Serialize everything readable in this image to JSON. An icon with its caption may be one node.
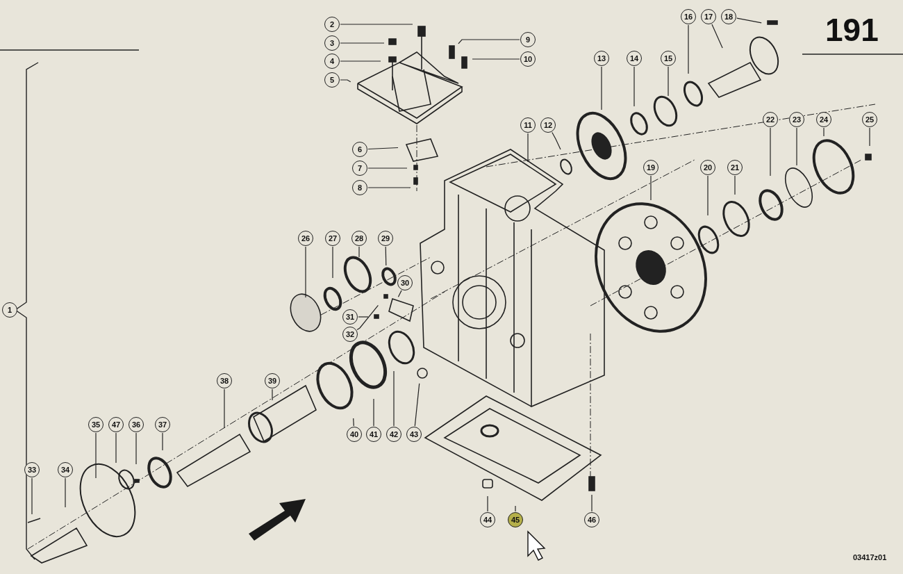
{
  "diagram": {
    "nodes": [
      {
        "text": [
          "1"
        ]
      },
      {
        "text": [
          "2"
        ]
      },
      {
        "text": [
          "3"
        ]
      },
      {
        "text": [
          "4"
        ]
      },
      {
        "text": [
          "5"
        ]
      },
      {
        "text": [
          "6"
        ]
      },
      {
        "text": [
          "7"
        ]
      },
      {
        "text": [
          "8"
        ]
      },
      {
        "text": [
          "9"
        ]
      },
      {
        "text": [
          "10"
        ]
      },
      {
        "text": [
          "11"
        ]
      },
      {
        "text": [
          "12"
        ]
      },
      {
        "text": [
          "13"
        ]
      },
      {
        "text": [
          "14"
        ]
      },
      {
        "text": [
          "15"
        ]
      },
      {
        "text": [
          "16"
        ]
      },
      {
        "text": [
          "17"
        ]
      },
      {
        "text": [
          "18"
        ]
      },
      {
        "text": [
          "19"
        ]
      },
      {
        "text": [
          "20"
        ]
      },
      {
        "text": [
          "21"
        ]
      },
      {
        "text": [
          "22"
        ]
      },
      {
        "text": [
          "23"
        ]
      },
      {
        "text": [
          "24"
        ]
      },
      {
        "text": [
          "25"
        ]
      },
      {
        "text": [
          "26"
        ]
      },
      {
        "text": [
          "27"
        ]
      },
      {
        "text": [
          "28"
        ]
      },
      {
        "text": [
          "29"
        ]
      },
      {
        "text": [
          "30"
        ]
      },
      {
        "text": [
          "31"
        ]
      },
      {
        "text": [
          "32"
        ]
      },
      {
        "text": [
          "33"
        ]
      },
      {
        "text": [
          "34"
        ]
      },
      {
        "text": [
          "35"
        ]
      },
      {
        "text": [
          "36"
        ]
      },
      {
        "text": [
          "37"
        ]
      },
      {
        "text": [
          "38"
        ]
      },
      {
        "text": [
          "39"
        ]
      },
      {
        "text": [
          "40"
        ]
      },
      {
        "text": [
          "41"
        ]
      },
      {
        "text": [
          "42"
        ]
      },
      {
        "text": [
          "43"
        ]
      },
      {
        "text": [
          "44"
        ]
      },
      {
        "text": [
          "45"
        ]
      },
      {
        "text": [
          "46"
        ]
      },
      {
        "text": [
          "47"
        ]
      }
    ],
    "edges": [
      {
        "from": 1,
        "to": null,
        "arrow": "none"
      },
      {
        "from": 2,
        "to": null,
        "arrow": "none"
      },
      {
        "from": 3,
        "to": null,
        "arrow": "none"
      },
      {
        "from": 4,
        "to": null,
        "arrow": "none"
      },
      {
        "from": 5,
        "to": null,
        "arrow": "none"
      },
      {
        "from": 6,
        "to": null,
        "arrow": "none"
      },
      {
        "from": 7,
        "to": null,
        "arrow": "none"
      },
      {
        "from": 8,
        "to": null,
        "arrow": "none"
      },
      {
        "from": 9,
        "to": null,
        "arrow": "none"
      },
      {
        "from": 10,
        "to": null,
        "arrow": "none"
      },
      {
        "from": 11,
        "to": null,
        "arrow": "none"
      },
      {
        "from": 12,
        "to": null,
        "arrow": "none"
      },
      {
        "from": 13,
        "to": null,
        "arrow": "none"
      },
      {
        "from": 14,
        "to": null,
        "arrow": "none"
      },
      {
        "from": 15,
        "to": null,
        "arrow": "none"
      },
      {
        "from": 16,
        "to": null,
        "arrow": "none"
      },
      {
        "from": 17,
        "to": null,
        "arrow": "none"
      },
      {
        "from": 18,
        "to": null,
        "arrow": "none"
      },
      {
        "from": 19,
        "to": null,
        "arrow": "none"
      },
      {
        "from": 20,
        "to": null,
        "arrow": "none"
      },
      {
        "from": 21,
        "to": null,
        "arrow": "none"
      },
      {
        "from": 22,
        "to": null,
        "arrow": "none"
      },
      {
        "from": 23,
        "to": null,
        "arrow": "none"
      },
      {
        "from": 24,
        "to": null,
        "arrow": "none"
      },
      {
        "from": 25,
        "to": null,
        "arrow": "none"
      },
      {
        "from": 26,
        "to": null,
        "arrow": "none"
      },
      {
        "from": 27,
        "to": null,
        "arrow": "none"
      },
      {
        "from": 28,
        "to": null,
        "arrow": "none"
      },
      {
        "from": 29,
        "to": null,
        "arrow": "none"
      },
      {
        "from": 30,
        "to": null,
        "arrow": "none"
      },
      {
        "from": 31,
        "to": null,
        "arrow": "none"
      },
      {
        "from": 32,
        "to": null,
        "arrow": "none"
      },
      {
        "from": 33,
        "to": null,
        "arrow": "none"
      },
      {
        "from": 34,
        "to": null,
        "arrow": "none"
      },
      {
        "from": 35,
        "to": null,
        "arrow": "none"
      },
      {
        "from": 36,
        "to": null,
        "arrow": "none"
      },
      {
        "from": 37,
        "to": null,
        "arrow": "none"
      },
      {
        "from": 38,
        "to": null,
        "arrow": "none"
      },
      {
        "from": 39,
        "to": null,
        "arrow": "none"
      },
      {
        "from": 40,
        "to": null,
        "arrow": "none"
      },
      {
        "from": 41,
        "to": null,
        "arrow": "none"
      },
      {
        "from": 42,
        "to": null,
        "arrow": "none"
      },
      {
        "from": 43,
        "to": null,
        "arrow": "none"
      },
      {
        "from": 44,
        "to": null,
        "arrow": "none"
      },
      {
        "from": 45,
        "to": null,
        "arrow": "none"
      },
      {
        "from": 46,
        "to": null,
        "arrow": "none"
      }
    ],
    "labels": [
      "191",
      "03417z01"
    ]
  }
}
